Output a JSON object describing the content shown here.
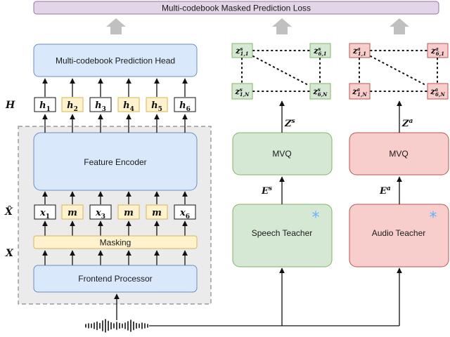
{
  "loss_label": "Multi-codebook Masked Prediction Loss",
  "prediction_head_label": "Multi-codebook Prediction Head",
  "feature_encoder_label": "Feature Encoder",
  "masking_label": "Masking",
  "frontend_label": "Frontend Processor",
  "row_labels": {
    "h": "H",
    "xhat": "X̂",
    "x": "X"
  },
  "h_tokens": [
    {
      "base": "h",
      "sub": "1",
      "highlighted": false
    },
    {
      "base": "h",
      "sub": "2",
      "highlighted": true
    },
    {
      "base": "h",
      "sub": "3",
      "highlighted": false
    },
    {
      "base": "h",
      "sub": "4",
      "highlighted": true
    },
    {
      "base": "h",
      "sub": "5",
      "highlighted": true
    },
    {
      "base": "h",
      "sub": "6",
      "highlighted": false
    }
  ],
  "x_tokens": [
    {
      "base": "x",
      "sub": "1",
      "highlighted": false
    },
    {
      "base": "m",
      "sub": "",
      "highlighted": true
    },
    {
      "base": "x",
      "sub": "3",
      "highlighted": false
    },
    {
      "base": "m",
      "sub": "",
      "highlighted": true
    },
    {
      "base": "m",
      "sub": "",
      "highlighted": true
    },
    {
      "base": "x",
      "sub": "6",
      "highlighted": false
    }
  ],
  "speech": {
    "teacher_label": "Speech Teacher",
    "mvq_label": "MVQ",
    "e_label": {
      "base": "E",
      "sup": "s"
    },
    "z_label": {
      "base": "Z",
      "sup": "s"
    },
    "codes": {
      "tl": {
        "base": "z",
        "sup": "s",
        "sub": "1,1"
      },
      "tr": {
        "base": "z",
        "sup": "s",
        "sub": "6,1"
      },
      "bl": {
        "base": "z",
        "sup": "s",
        "sub": "1,N"
      },
      "br": {
        "base": "z",
        "sup": "s",
        "sub": "6,N"
      }
    }
  },
  "audio": {
    "teacher_label": "Audio Teacher",
    "mvq_label": "MVQ",
    "e_label": {
      "base": "E",
      "sup": "a"
    },
    "z_label": {
      "base": "Z",
      "sup": "a"
    },
    "codes": {
      "tl": {
        "base": "z",
        "sup": "a",
        "sub": "1,1"
      },
      "tr": {
        "base": "z",
        "sup": "a",
        "sub": "6,1"
      },
      "bl": {
        "base": "z",
        "sup": "a",
        "sub": "1,N"
      },
      "br": {
        "base": "z",
        "sup": "a",
        "sub": "6,N"
      }
    }
  },
  "frozen_marker": "*",
  "colors": {
    "blue_fill": "#dae8fc",
    "blue_stroke": "#6c8ebf",
    "yellow_fill": "#fff2cc",
    "yellow_stroke": "#d6b656",
    "green_fill": "#d5e8d4",
    "green_stroke": "#82b366",
    "red_fill": "#f8cecc",
    "red_stroke": "#b85450",
    "purple_fill": "#e1d5e7",
    "purple_stroke": "#9673a6",
    "big_arrow": "#c0c0c0",
    "frozen_star": "#66b2ff"
  }
}
